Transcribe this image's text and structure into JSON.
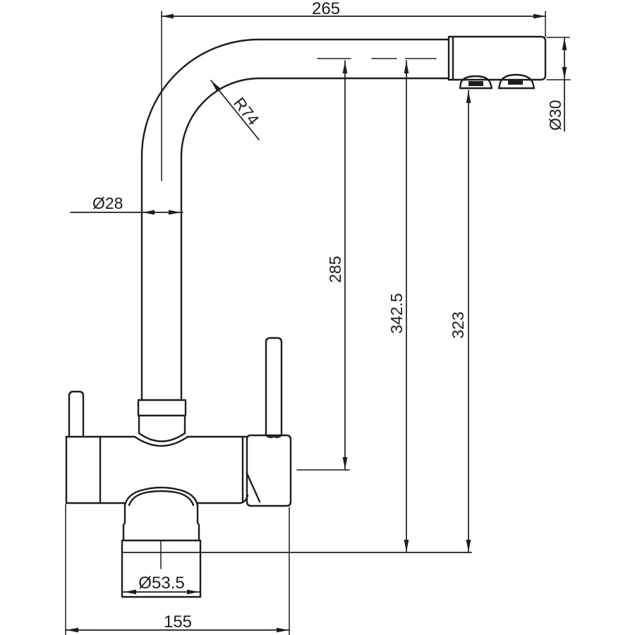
{
  "drawing": {
    "type": "technical-drawing",
    "background_color": "#ffffff",
    "line_color": "#1d1d1d",
    "dims": {
      "reach": "265",
      "bend_radius": "R74",
      "pipe_diameter": "Ø28",
      "head_diameter": "Ø30",
      "height_to_valve": "285",
      "height_to_spout_axis": "342.5",
      "height_to_aerator": "323",
      "base_diameter": "Ø53.5",
      "body_length": "155"
    }
  }
}
